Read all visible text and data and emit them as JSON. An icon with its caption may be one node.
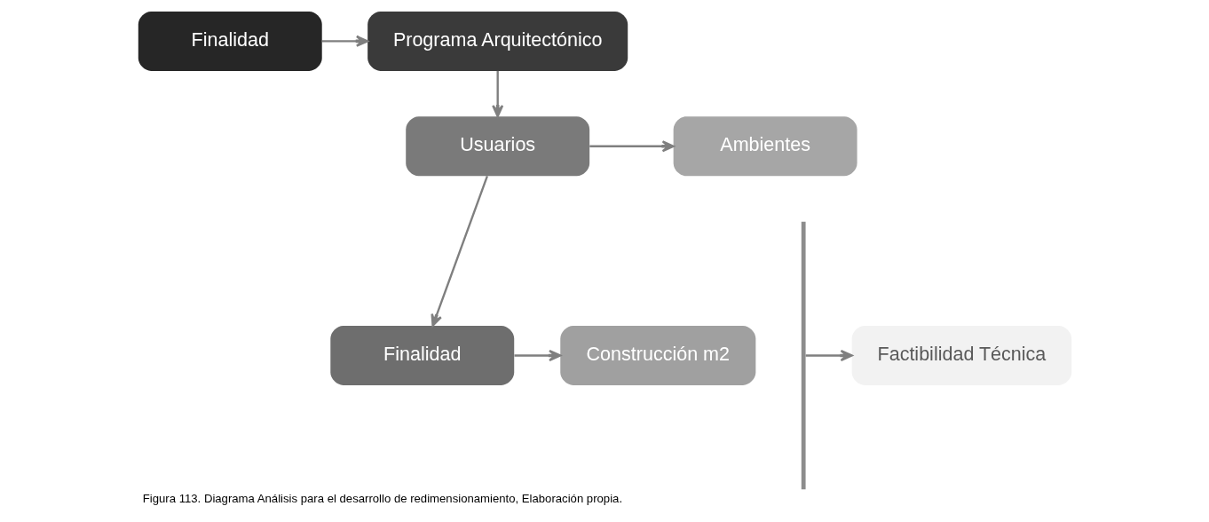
{
  "diagram": {
    "caption": "Figura 113. Diagrama Análisis para el desarrollo de redimensionamiento, Elaboración propia.",
    "nodes": [
      {
        "text": [
          "Finalidad"
        ]
      },
      {
        "text": [
          "Programa Arquitectónico"
        ]
      },
      {
        "text": [
          "Usuarios"
        ]
      },
      {
        "text": [
          "Ambientes"
        ]
      },
      {
        "text": [
          "Finalidad"
        ]
      },
      {
        "text": [
          "Construcción m2"
        ]
      },
      {
        "text": [
          "Factibilidad Técnica"
        ]
      }
    ],
    "edges": [
      {
        "from": 0,
        "to": 1,
        "arrow": "to"
      },
      {
        "from": 1,
        "to": 2,
        "arrow": "to"
      },
      {
        "from": 2,
        "to": 3,
        "arrow": "to"
      },
      {
        "from": 2,
        "to": 4,
        "arrow": "to"
      },
      {
        "from": 4,
        "to": 5,
        "arrow": "to"
      },
      {
        "from": null,
        "to": 6,
        "arrow": "to"
      }
    ]
  }
}
